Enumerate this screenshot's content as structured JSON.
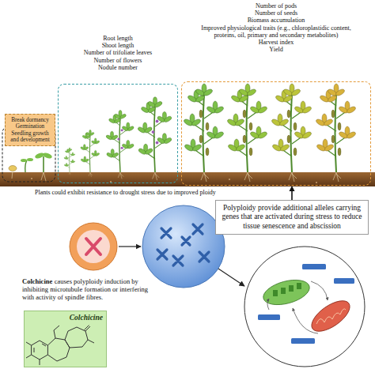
{
  "diagram": {
    "nodes": [
      {
        "text": [
          "Break dormancy",
          "Germination",
          "Seedling growth and development"
        ]
      },
      {
        "text": [
          "Root length",
          "Shoot length",
          "Number of trifoliate leaves",
          "Number of flowers",
          "Nodule number"
        ]
      },
      {
        "text": [
          "Number of pods",
          "Number of seeds",
          "Biomass accumulation",
          "Improved physiological traits (e.g., chloroplastidic content, proteins, oil, primary and secondary metabolites)",
          "Harvest index",
          "Yield"
        ]
      },
      {
        "text": [
          "Polyploidy provide additional alleles carrying genes that are activated during stress to reduce tissue senescence and abscission"
        ]
      },
      {
        "text": [
          "Colchicine"
        ]
      }
    ],
    "edges": [
      {
        "from": 3,
        "to": 2,
        "arrow": "to"
      }
    ],
    "labels": [
      "Plants could exhibit resistance to drought stress due to improved ploidy",
      "Colchicine",
      "causes polyploidy induction by inhibiting microtubule formation or interfering with activity of spindle fibres."
    ]
  }
}
